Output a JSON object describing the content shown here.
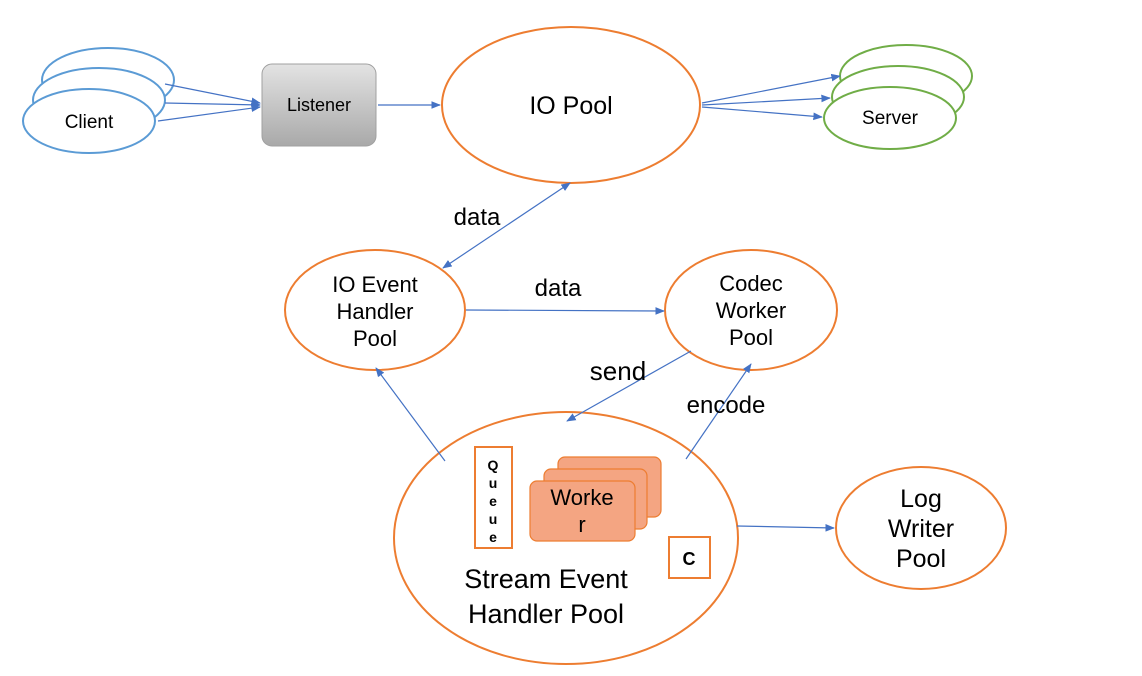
{
  "nodes": {
    "client": {
      "label": "Client"
    },
    "listener": {
      "label": "Listener"
    },
    "io_pool": {
      "label": "IO Pool"
    },
    "server": {
      "label": "Server"
    },
    "io_event_handler_pool": {
      "lines": [
        "IO Event",
        "Handler",
        "Pool"
      ]
    },
    "codec_worker_pool": {
      "lines": [
        "Codec",
        "Worker",
        "Pool"
      ]
    },
    "stream_event_handler_pool": {
      "lines": [
        "Stream Event",
        "Handler Pool"
      ]
    },
    "log_writer_pool": {
      "lines": [
        "Log",
        "Writer",
        "Pool"
      ]
    },
    "queue": {
      "letters": [
        "Q",
        "u",
        "e",
        "u",
        "e"
      ]
    },
    "worker": {
      "lines": [
        "Worke",
        "r"
      ]
    },
    "c_box": {
      "label": "C"
    }
  },
  "edge_labels": {
    "data_io": "data",
    "data_codec": "data",
    "send": "send",
    "encode": "encode"
  },
  "colors": {
    "client_stroke": "#5b9bd5",
    "server_stroke": "#70ad47",
    "orange_stroke": "#ed7d31",
    "worker_fill": "#f4a582",
    "listener_fill": "#cccccc",
    "arrow": "#4472c4"
  }
}
